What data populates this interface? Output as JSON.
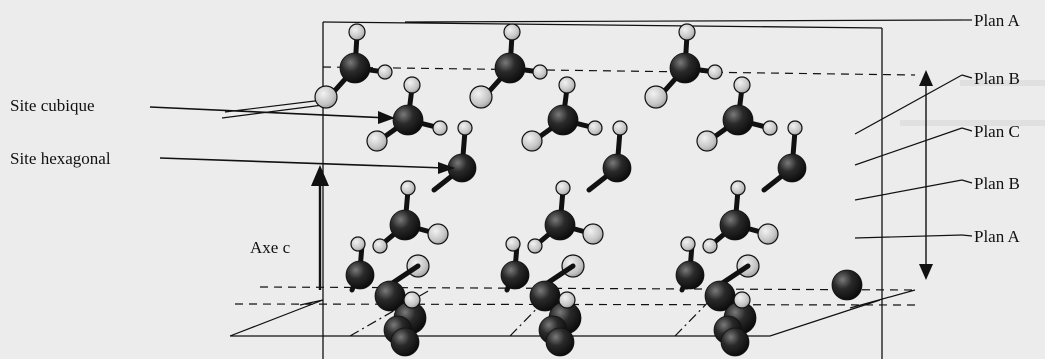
{
  "labels": {
    "site_cubique": "Site cubique",
    "site_hexagonal": "Site hexagonal",
    "axe_c": "Axe c"
  },
  "planes": [
    {
      "id": "plan-a-top",
      "label": "Plan A"
    },
    {
      "id": "plan-b-upper",
      "label": "Plan B"
    },
    {
      "id": "plan-c",
      "label": "Plan C"
    },
    {
      "id": "plan-b-lower",
      "label": "Plan B"
    },
    {
      "id": "plan-a-bottom",
      "label": "Plan A"
    }
  ],
  "colors": {
    "dark_atom": "#1c1c1c",
    "light_atom": "#cfcfcf",
    "lines": "#111111",
    "background": "#ececec"
  }
}
